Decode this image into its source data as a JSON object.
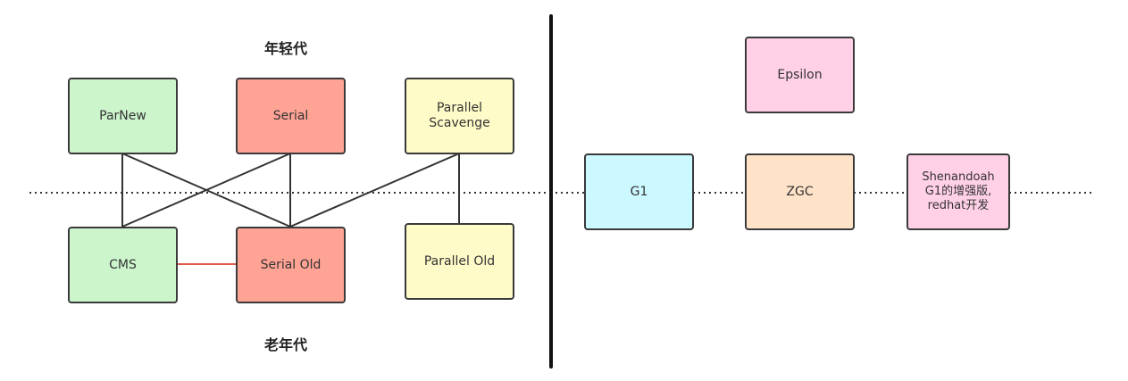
{
  "labels": {
    "young_generation": "年轻代",
    "old_generation": "老年代"
  },
  "collectors": {
    "parnew": {
      "label": "ParNew",
      "color": "#ccf5cc"
    },
    "serial": {
      "label": "Serial",
      "color": "#ffa395"
    },
    "parallel_scavenge": {
      "label": "Parallel\nScavenge",
      "color": "#fffbc8"
    },
    "cms": {
      "label": "CMS",
      "color": "#ccf5cc"
    },
    "serial_old": {
      "label": "Serial Old",
      "color": "#ffa395"
    },
    "parallel_old": {
      "label": "Parallel Old",
      "color": "#fffbc8"
    },
    "epsilon": {
      "label": "Epsilon",
      "color": "#ffd0e6"
    },
    "g1": {
      "label": "G1",
      "color": "#ccf8ff"
    },
    "zgc": {
      "label": "ZGC",
      "color": "#ffe3c9"
    },
    "shenandoah": {
      "label": "Shenandoah\nG1的增强版,\nredhat开发",
      "color": "#ffd0e6"
    }
  },
  "colors": {
    "edge": "#333333",
    "cms_serial_old_edge": "#e05a4a",
    "divider": "#111111",
    "dotted_line": "#333333"
  }
}
